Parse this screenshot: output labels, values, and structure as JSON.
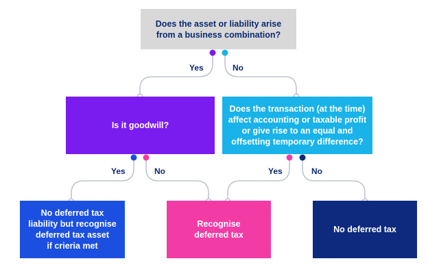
{
  "colors": {
    "question_top": "#d8d8d8",
    "goodwill_purple": "#7a1cf0",
    "transaction_cyan": "#19b2e9",
    "result_blue": "#1b4fe0",
    "result_pink": "#f23ba5",
    "result_navy": "#0e2a7e",
    "connector_grey": "#bfc5ce",
    "dark_text": "#0b2a70"
  },
  "nodes": {
    "root": {
      "line1": "Does the asset or liability arise",
      "line2": "from a business combination?"
    },
    "goodwill": {
      "line1": "Is it goodwill?"
    },
    "transaction": {
      "line1": "Does the transaction (at the time)",
      "line2": "affect accounting or taxable profit",
      "line3": "or give rise to an equal and",
      "line4": "offsetting temporary difference?"
    },
    "recognise_asset": {
      "line1": "No deferred tax",
      "line2": "liability but recognise",
      "line3": "deferred tax asset",
      "line4": "if crieria met"
    },
    "recognise": {
      "line1": "Recognise",
      "line2": "deferred tax"
    },
    "no_deferred": {
      "line1": "No deferred tax"
    }
  },
  "branch_labels": {
    "root_yes": "Yes",
    "root_no": "No",
    "goodwill_yes": "Yes",
    "goodwill_no": "No",
    "transaction_yes": "Yes",
    "transaction_no": "No"
  }
}
